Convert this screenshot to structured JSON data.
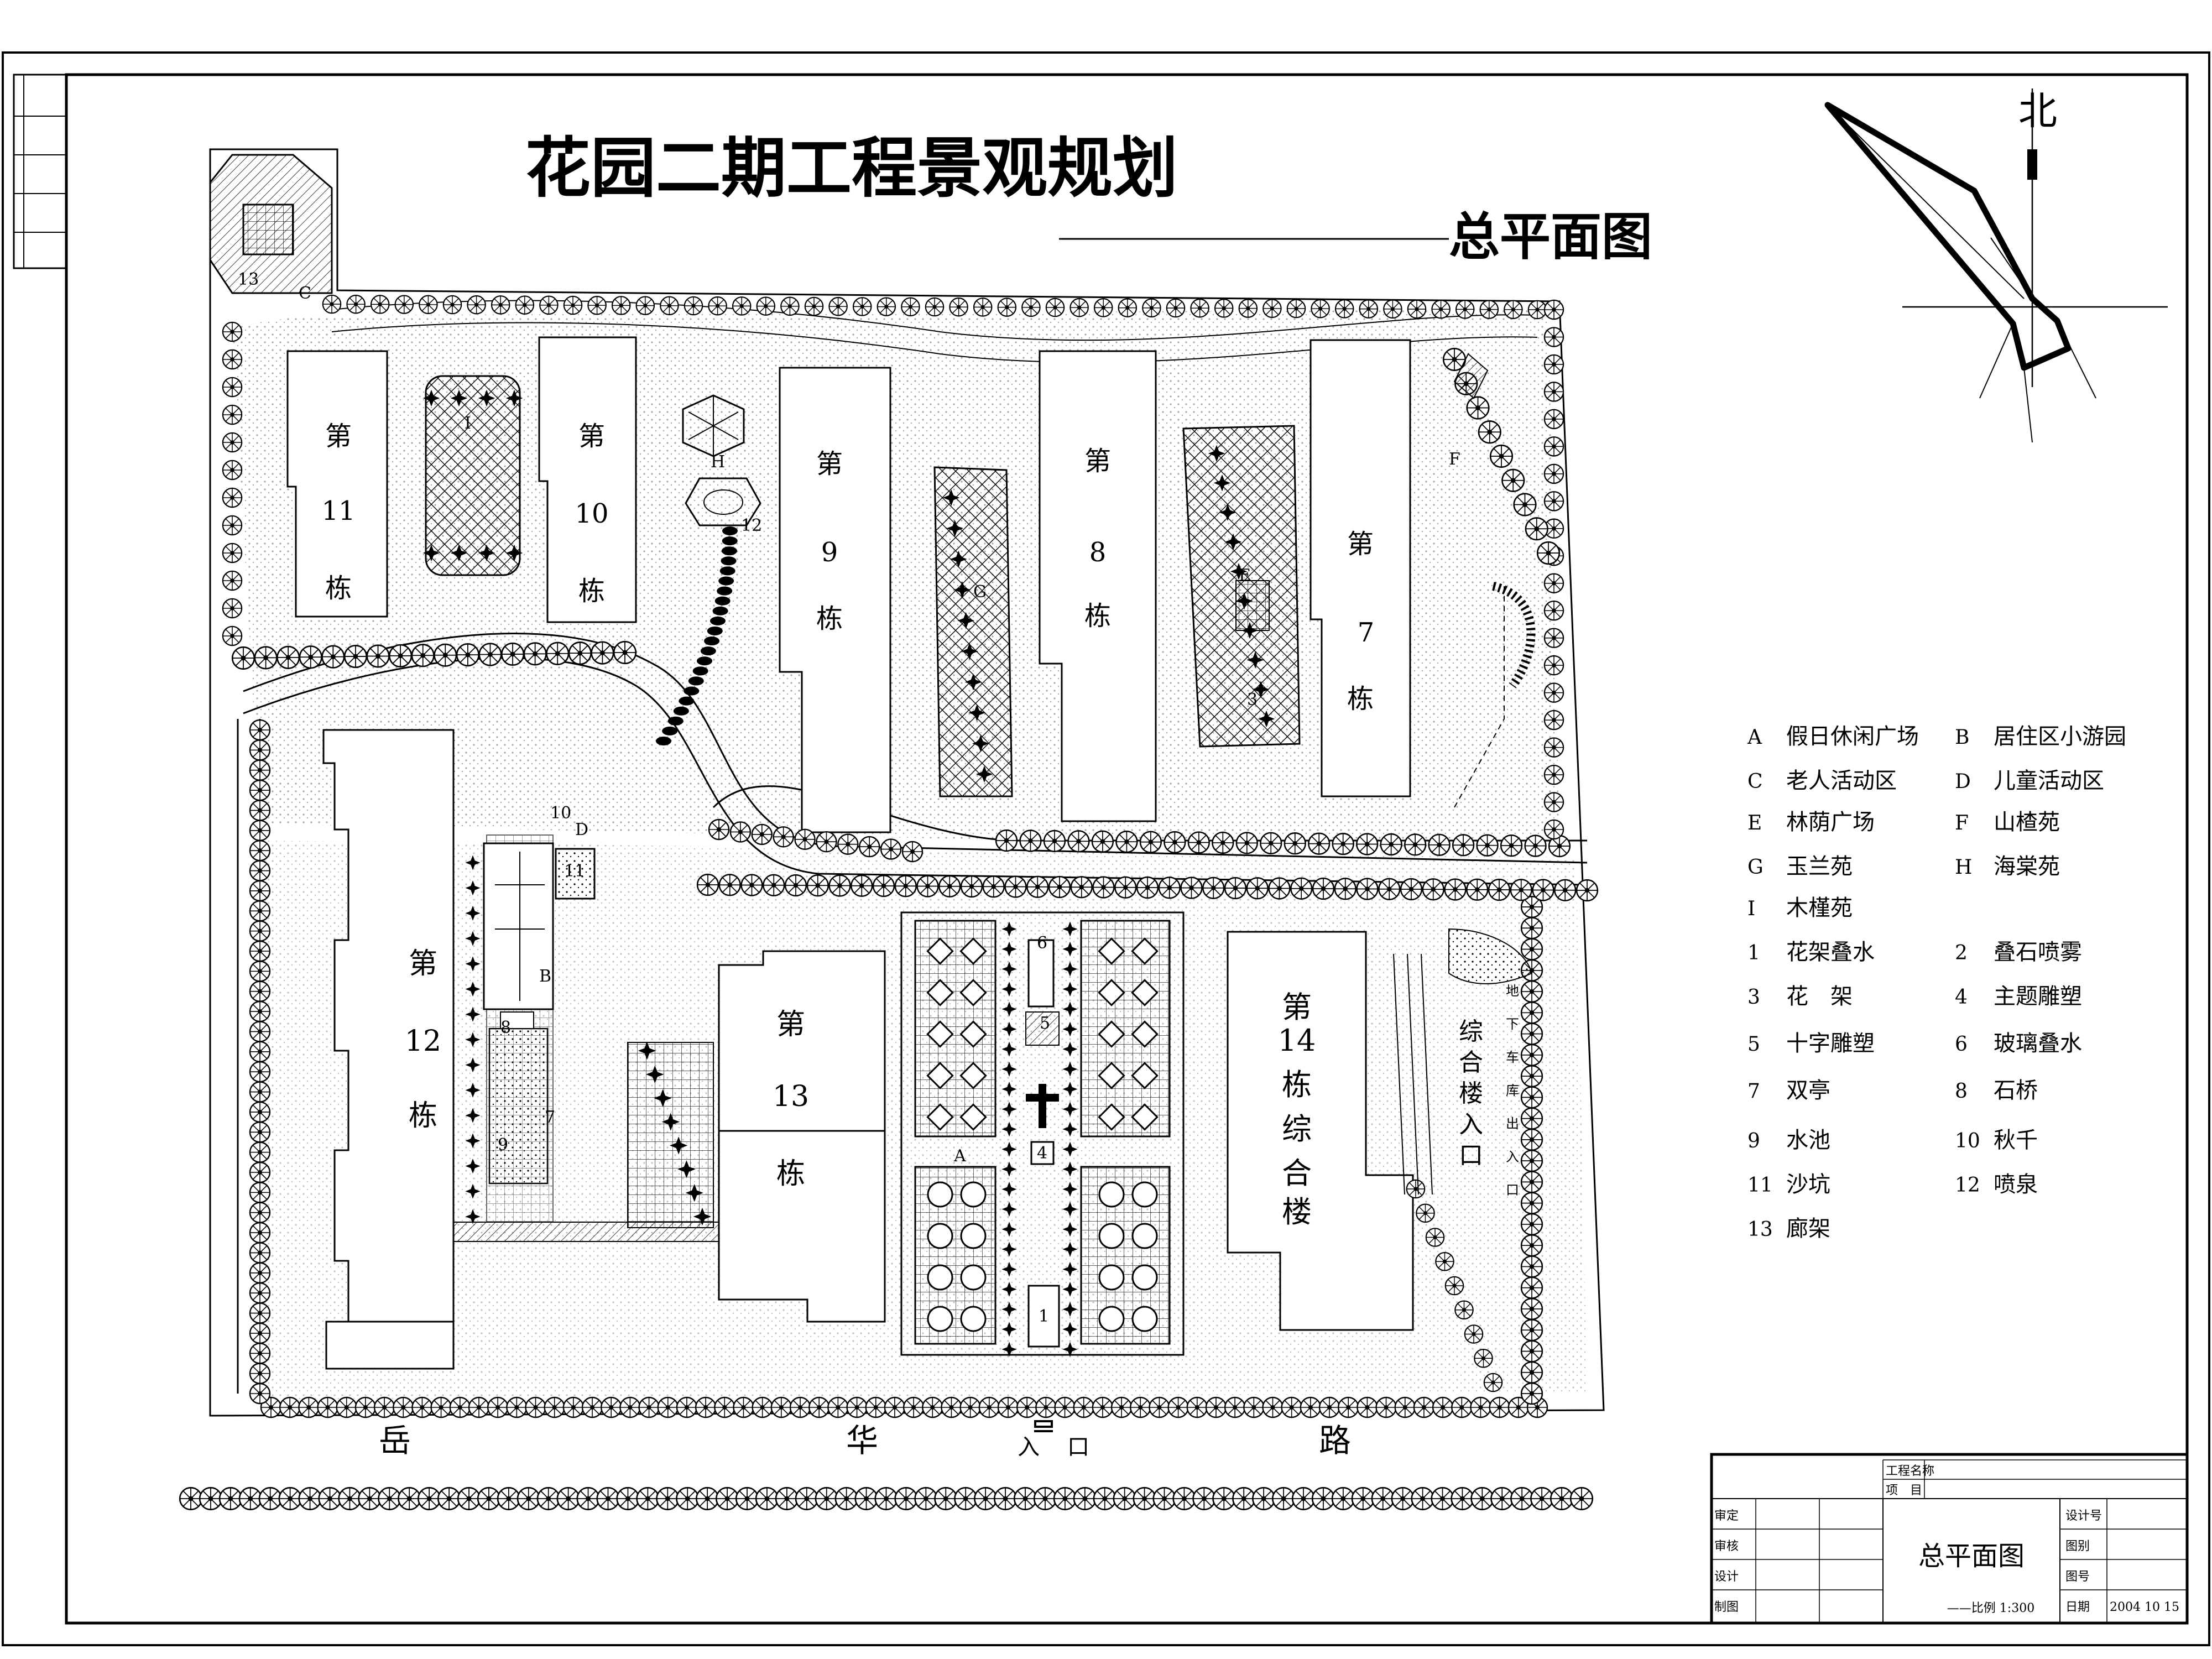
{
  "title": "花园二期工程景观规划",
  "subtitle": "总平面图",
  "north_label": "北",
  "buildings": [
    {
      "id": "b11",
      "lines": [
        "第",
        "11",
        "栋"
      ]
    },
    {
      "id": "b10",
      "lines": [
        "第",
        "10",
        "栋"
      ]
    },
    {
      "id": "b9",
      "lines": [
        "第",
        "9",
        "栋"
      ]
    },
    {
      "id": "b8",
      "lines": [
        "第",
        "8",
        "栋"
      ]
    },
    {
      "id": "b7",
      "lines": [
        "第",
        "7",
        "栋"
      ]
    },
    {
      "id": "b12",
      "lines": [
        "第",
        "12",
        "栋"
      ]
    },
    {
      "id": "b13",
      "lines": [
        "第",
        "13",
        "栋"
      ]
    },
    {
      "id": "b14",
      "lines": [
        "第",
        "14",
        "栋",
        "综",
        "合",
        "楼"
      ]
    }
  ],
  "plan_markers": [
    "I",
    "H",
    "12",
    "G",
    "E",
    "F",
    "10",
    "D",
    "11",
    "B",
    "8",
    "7",
    "9",
    "6",
    "5",
    "4",
    "A",
    "1",
    "13",
    "C",
    "3"
  ],
  "garage_label": "地下车库出入口",
  "complex_entrance": "综合楼入口",
  "road_chars": [
    "岳",
    "华",
    "路"
  ],
  "entrance_chars": [
    "入",
    "口"
  ],
  "legend": [
    {
      "code": "A",
      "name": "假日休闲广场"
    },
    {
      "code": "B",
      "name": "居住区小游园"
    },
    {
      "code": "C",
      "name": "老人活动区"
    },
    {
      "code": "D",
      "name": "儿童活动区"
    },
    {
      "code": "E",
      "name": "林荫广场"
    },
    {
      "code": "F",
      "name": "山楂苑"
    },
    {
      "code": "G",
      "name": "玉兰苑"
    },
    {
      "code": "H",
      "name": "海棠苑"
    },
    {
      "code": "I",
      "name": "木槿苑"
    },
    {
      "code": "1",
      "name": "花架叠水"
    },
    {
      "code": "2",
      "name": "叠石喷雾"
    },
    {
      "code": "3",
      "name": "花　架"
    },
    {
      "code": "4",
      "name": "主题雕塑"
    },
    {
      "code": "5",
      "name": "十字雕塑"
    },
    {
      "code": "6",
      "name": "玻璃叠水"
    },
    {
      "code": "7",
      "name": "双亭"
    },
    {
      "code": "8",
      "name": "石桥"
    },
    {
      "code": "9",
      "name": "水池"
    },
    {
      "code": "10",
      "name": "秋千"
    },
    {
      "code": "11",
      "name": "沙坑"
    },
    {
      "code": "12",
      "name": "喷泉"
    },
    {
      "code": "13",
      "name": "廊架"
    }
  ],
  "title_block": {
    "project_label": "工程名称",
    "item_label": "项　目",
    "left_labels": [
      "审定",
      "审核",
      "设计",
      "制图"
    ],
    "drawing_title": "总平面图",
    "scale": "——比例 1:300",
    "right_labels": [
      "设计号",
      "图别",
      "图号",
      "日期"
    ],
    "date": "2004 10 15"
  }
}
